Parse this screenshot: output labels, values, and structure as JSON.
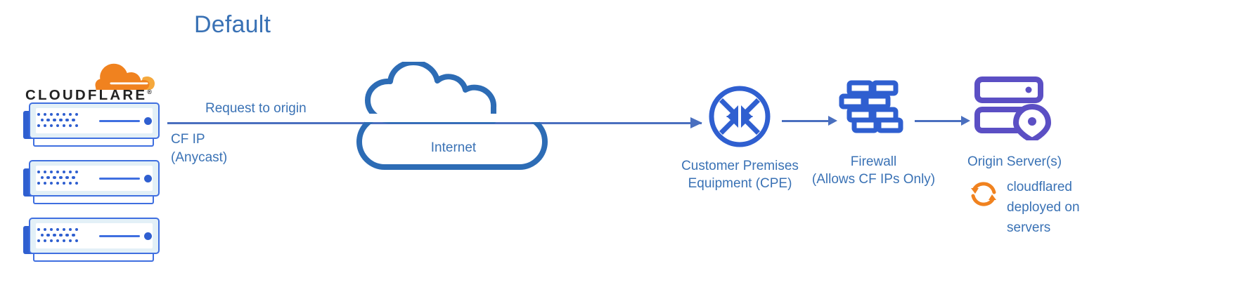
{
  "title": "Default",
  "colors": {
    "title_blue": "#3a72b5",
    "label_blue": "#3a72b5",
    "line_blue": "#4a6fbf",
    "icon_blue": "#2f5fd0",
    "server_stroke": "#3f6fe0",
    "server_fill": "#e3f0f7",
    "origin_purple": "#5b4fc4",
    "cf_orange_dark": "#f0821f",
    "cf_orange_light": "#f5a83c",
    "cloud_stroke": "#2d6cb5",
    "wordmark_black": "#232323"
  },
  "brand": {
    "wordmark": "CLOUDFLARE",
    "wordmark_mark": "®",
    "logo_icon": "cloudflare-cloud-logo"
  },
  "flow": {
    "request_label": "Request to origin",
    "cf_ip_line1": "CF IP",
    "cf_ip_line2": "(Anycast)"
  },
  "nodes": [
    {
      "id": "internet",
      "icon": "cloud-icon",
      "label": "Internet"
    },
    {
      "id": "cpe",
      "icon": "router-circle-arrows-icon",
      "label_line1": "Customer Premises",
      "label_line2": "Equipment (CPE)"
    },
    {
      "id": "firewall",
      "icon": "brick-wall-icon",
      "label_line1": "Firewall",
      "label_line2": "(Allows CF IPs Only)"
    },
    {
      "id": "origin",
      "icon": "origin-server-pin-icon",
      "label_line1": "Origin Server(s)"
    }
  ],
  "cloudflared_note": {
    "icon": "refresh-sync-icon",
    "line1": "cloudflared",
    "line2": "deployed on",
    "line3": "servers"
  }
}
